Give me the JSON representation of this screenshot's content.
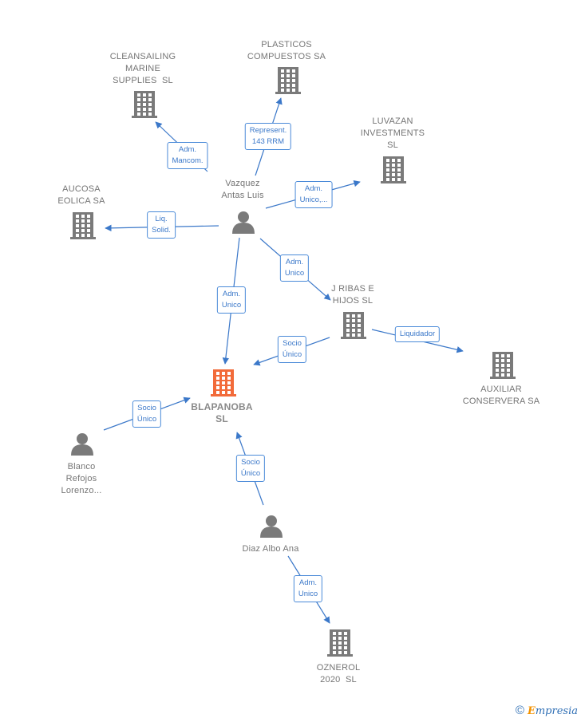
{
  "nodes": [
    {
      "id": "cleansailing",
      "kind": "company",
      "label": "CLEANSAILING\nMARINE\nSUPPLIES  SL",
      "main": false
    },
    {
      "id": "plasticos",
      "kind": "company",
      "label": "PLASTICOS\nCOMPUESTOS SA",
      "main": false
    },
    {
      "id": "luvazan",
      "kind": "company",
      "label": "LUVAZAN\nINVESTMENTS\nSL",
      "main": false
    },
    {
      "id": "aucosa",
      "kind": "company",
      "label": "AUCOSA\nEOLICA SA",
      "main": false
    },
    {
      "id": "vazquez",
      "kind": "person",
      "label": "Vazquez\nAntas Luis",
      "main": false
    },
    {
      "id": "jribas",
      "kind": "company",
      "label": "J RIBAS E\nHIJOS SL",
      "main": false
    },
    {
      "id": "auxiliar",
      "kind": "company",
      "label": "AUXILIAR\nCONSERVERA SA",
      "main": false
    },
    {
      "id": "blapanoba",
      "kind": "company",
      "label": "BLAPANOBA\nSL",
      "main": true
    },
    {
      "id": "blanco",
      "kind": "person",
      "label": "Blanco\nRefojos\nLorenzo...",
      "main": false
    },
    {
      "id": "diaz",
      "kind": "person",
      "label": "Diaz Albo Ana",
      "main": false
    },
    {
      "id": "oznerol",
      "kind": "company",
      "label": "OZNEROL\n2020  SL",
      "main": false
    }
  ],
  "edges": [
    {
      "from": "vazquez",
      "to": "cleansailing",
      "label": "Adm.\nMancom."
    },
    {
      "from": "vazquez",
      "to": "plasticos",
      "label": "Represent.\n143 RRM"
    },
    {
      "from": "vazquez",
      "to": "luvazan",
      "label": "Adm.\nUnico,..."
    },
    {
      "from": "vazquez",
      "to": "aucosa",
      "label": "Liq.\nSolid."
    },
    {
      "from": "vazquez",
      "to": "jribas",
      "label": "Adm.\nUnico"
    },
    {
      "from": "vazquez",
      "to": "blapanoba",
      "label": "Adm.\nUnico"
    },
    {
      "from": "jribas",
      "to": "blapanoba",
      "label": "Socio\nÚnico"
    },
    {
      "from": "jribas",
      "to": "auxiliar",
      "label": "Liquidador"
    },
    {
      "from": "blanco",
      "to": "blapanoba",
      "label": "Socio\nÚnico"
    },
    {
      "from": "diaz",
      "to": "blapanoba",
      "label": "Socio\nÚnico"
    },
    {
      "from": "diaz",
      "to": "oznerol",
      "label": "Adm.\nUnico"
    }
  ],
  "colors": {
    "edge": "#3b78c9",
    "icon": "#7a7a7a",
    "main_icon": "#f26b3a",
    "label": "#757575"
  },
  "footer": {
    "copyright": "©",
    "brand_first": "E",
    "brand_rest": "mpresia"
  }
}
